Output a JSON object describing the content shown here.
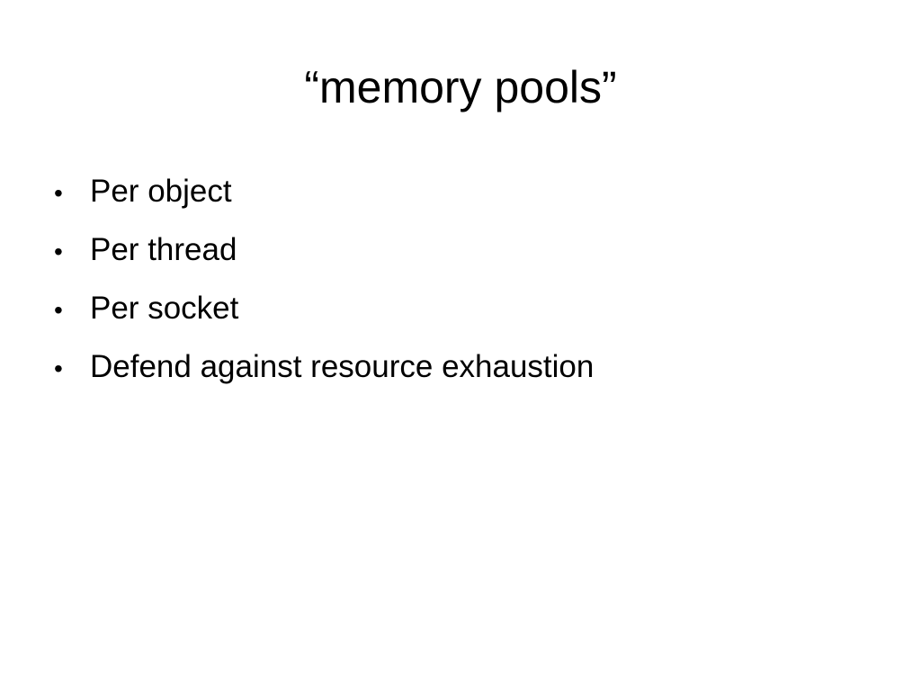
{
  "slide": {
    "title": "“memory pools”",
    "bullet_glyph": "•",
    "bullets": [
      "Per object",
      "Per thread",
      "Per socket",
      "Defend against resource exhaustion"
    ]
  }
}
